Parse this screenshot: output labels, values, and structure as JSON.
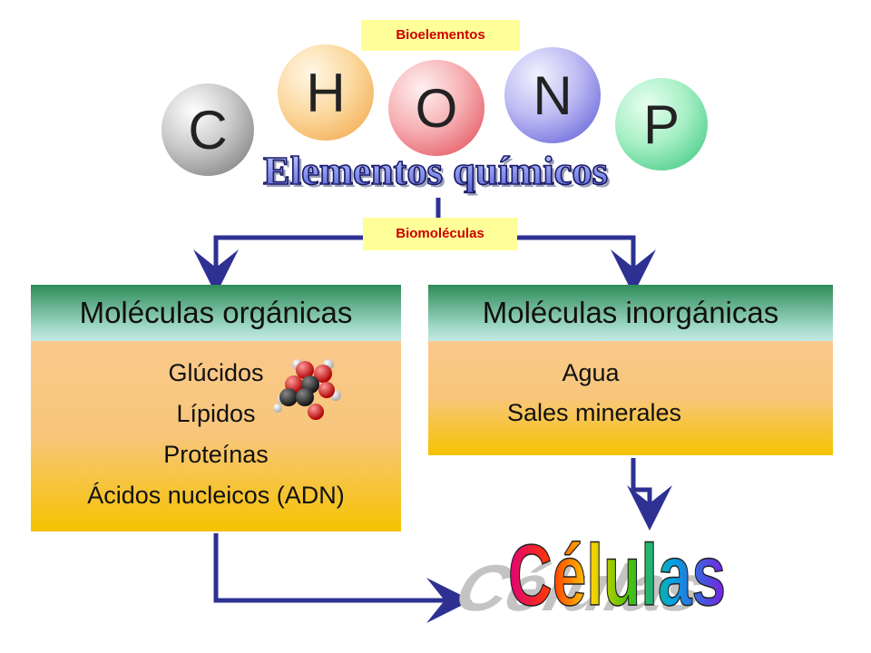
{
  "top_tag": "Bioelementos",
  "elements": [
    "C",
    "H",
    "O",
    "N",
    "P"
  ],
  "elements_title": "Elementos químicos",
  "mid_tag": "Biomoléculas",
  "organic": {
    "header": "Moléculas orgánicas",
    "items": [
      "Glúcidos",
      "Lípidos",
      "Proteínas",
      "Ácidos nucleicos (ADN)"
    ]
  },
  "inorganic": {
    "header": "Moléculas inorgánicas",
    "items": [
      "Agua",
      "Sales minerales"
    ]
  },
  "cells_title": "Células",
  "colors": {
    "arrow": "#2e3192",
    "tag_bg": "#ffff99",
    "tag_text": "#cc0000",
    "header_gradient_top": "#2e8b57",
    "body_gradient_bottom": "#f5c300"
  }
}
